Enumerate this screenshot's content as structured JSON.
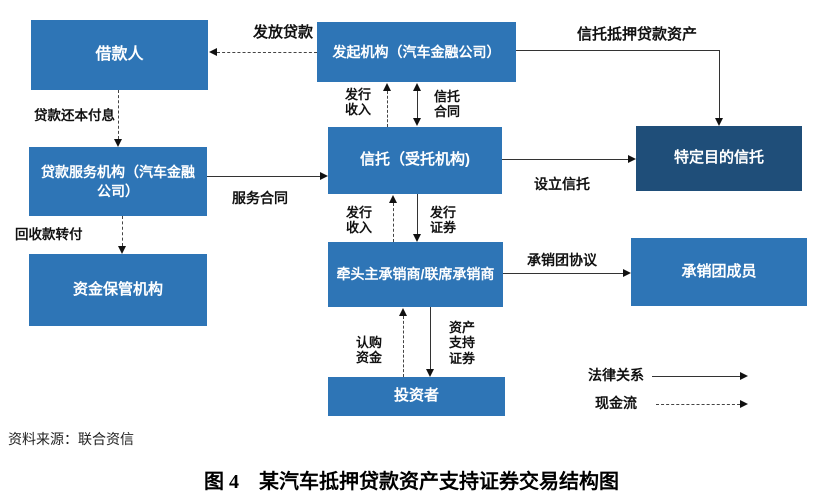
{
  "colors": {
    "box_fill": "#2E75B6",
    "box_fill_dark": "#1F4E79",
    "box_text": "#FFFFFF",
    "line_color": "#111111"
  },
  "nodes": {
    "borrower": "借款人",
    "originator": "发起机构（汽车金融公司）",
    "servicer": "贷款服务机构（汽车金融公司）",
    "trust": "信托（受托机构)",
    "spt": "特定目的信托",
    "custodian": "资金保管机构",
    "lead_underwriter": "牵头主承销商/联席承销商",
    "syndicate_member": "承销团成员",
    "investor": "投资者"
  },
  "edge_labels": {
    "issue_loan": "发放贷款",
    "repay_principal_interest": "贷款还本付息",
    "collection_transfer": "回收款转付",
    "service_contract": "服务合同",
    "issuance_income_upper": "发行\n收入",
    "trust_contract": "信托\n合同",
    "trust_mortgage_assets": "信托抵押贷款资产",
    "establish_trust": "设立信托",
    "issuance_income_lower": "发行\n收入",
    "issue_securities": "发行\n证券",
    "syndicate_agreement": "承销团协议",
    "subscription_funds": "认购\n资金",
    "asset_backed_securities": "资产\n支持\n证券"
  },
  "legend": {
    "legal_relation": "法律关系",
    "cash_flow": "现金流"
  },
  "source": "资料来源：联合资信",
  "caption": "图 4　某汽车抵押贷款资产支持证券交易结构图"
}
